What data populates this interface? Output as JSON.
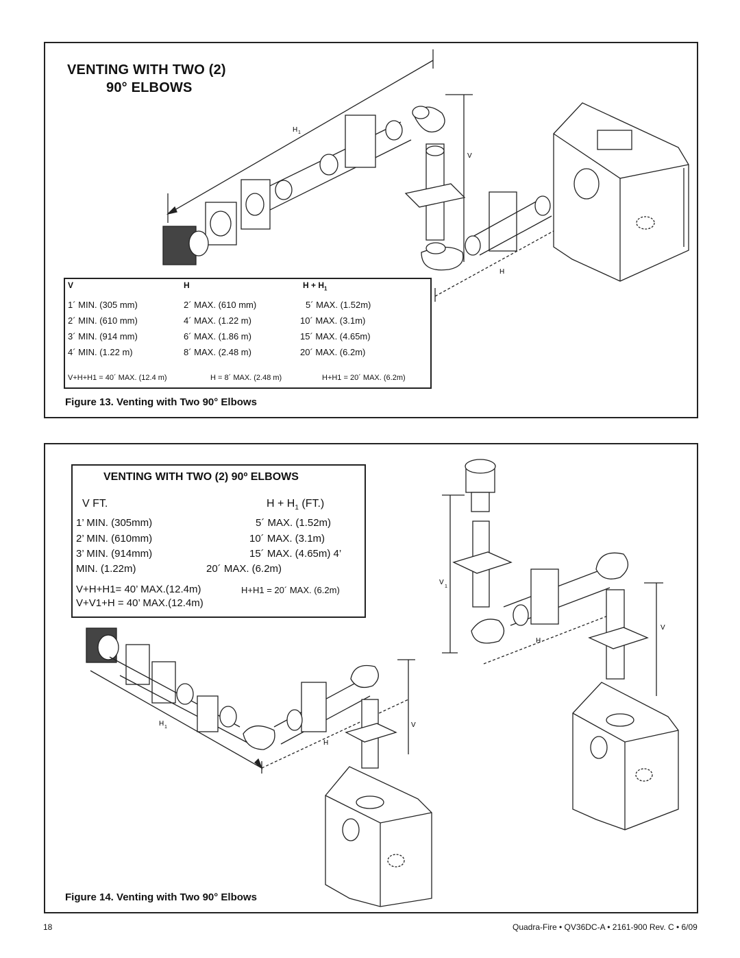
{
  "figure13": {
    "title_line1": "VENTING WITH TWO (2)",
    "title_line2": "90° ELBOWS",
    "dim_labels": {
      "h1": "H",
      "h1_sub": "1",
      "v": "V",
      "h": "H"
    },
    "table": {
      "headers": [
        "V",
        "H",
        "H + H"
      ],
      "header_sub": "1",
      "rows": [
        [
          "1´ MIN. (305 mm)",
          "2´ MAX. (610 mm)",
          "5´ MAX. (1.52m)"
        ],
        [
          "2´ MIN. (610 mm)",
          "4´ MAX. (1.22 m)",
          "10´ MAX. (3.1m)"
        ],
        [
          "3´ MIN. (914 mm)",
          "6´ MAX. (1.86 m)",
          "15´ MAX. (4.65m)"
        ],
        [
          "4´ MIN. (1.22 m)",
          "8´ MAX. (2.48 m)",
          "20´ MAX. (6.2m)"
        ]
      ],
      "notes": [
        "V+H+H1 = 40´ MAX. (12.4 m)",
        "H = 8´ MAX. (2.48 m)",
        "H+H1 = 20´ MAX. (6.2m)"
      ]
    },
    "caption": "Figure 13.  Venting with Two 90° Elbows"
  },
  "figure14": {
    "table": {
      "title": "VENTING WITH TWO (2) 90º ELBOWS",
      "header_v": "V FT.",
      "header_h": "H + H",
      "header_h_sub": "1",
      "header_h_unit": "(FT.)",
      "rows": [
        [
          "1’ MIN.  (305mm)",
          "5´ MAX. (1.52m)"
        ],
        [
          "2’ MIN.  (610mm)",
          "10´ MAX. (3.1m)"
        ],
        [
          "3’ MIN.  (914mm)",
          "15´ MAX. (4.65m)  4’"
        ],
        [
          "MIN.  (1.22m)",
          "20´ MAX. (6.2m)"
        ]
      ],
      "note1_left": "V+H+H1= 40’ MAX.(12.4m)",
      "note1_right": "H+H1 = 20´ MAX. (6.2m)",
      "note2": "V+V1+H = 40’ MAX.(12.4m)"
    },
    "dim_labels": {
      "v1": "V",
      "v1_sub": "1",
      "h_upper": "H",
      "v_right": "V",
      "h1": "H",
      "h1_sub": "1",
      "v_lower": "V",
      "h_lower": "H"
    },
    "caption": "Figure 14.  Venting with Two 90° Elbows"
  },
  "footer": {
    "page_number": "18",
    "doc_info": "Quadra-Fire  •  QV36DC-A  •  2161-900 Rev. C  •  6/09"
  }
}
